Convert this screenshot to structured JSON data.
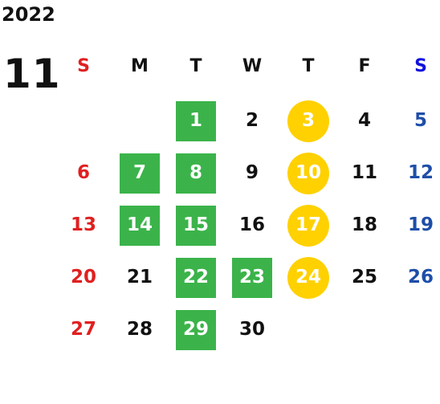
{
  "year": "2022",
  "month": "11",
  "weekdays": [
    {
      "label": "S",
      "type": "sun"
    },
    {
      "label": "M",
      "type": "weekday"
    },
    {
      "label": "T",
      "type": "weekday"
    },
    {
      "label": "W",
      "type": "weekday"
    },
    {
      "label": "T",
      "type": "weekday"
    },
    {
      "label": "F",
      "type": "weekday"
    },
    {
      "label": "S",
      "type": "sat"
    }
  ],
  "first_weekday_index": 2,
  "days_in_month": 30,
  "highlight_green": [
    1,
    7,
    8,
    14,
    15,
    22,
    23,
    29
  ],
  "highlight_yellow": [
    3,
    10,
    17,
    24
  ],
  "colors": {
    "sunday": "#e02020",
    "saturday": "#1e4ea8",
    "saturday_header": "#1010e0",
    "green": "#3bb34a",
    "yellow": "#ffd100"
  }
}
